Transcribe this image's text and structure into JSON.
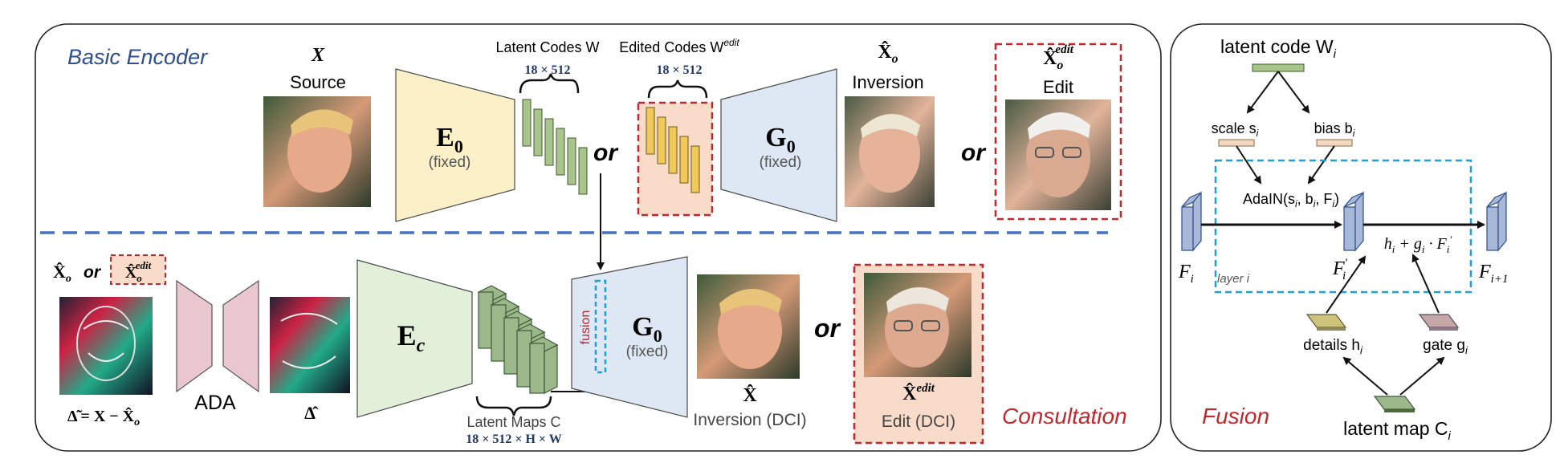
{
  "sections": {
    "basic_encoder": "Basic Encoder",
    "consultation": "Consultation",
    "fusion": "Fusion"
  },
  "top": {
    "source_symbol": "X",
    "source_label": "Source",
    "encoder_symbol": "E",
    "encoder_sub": "0",
    "encoder_note": "(fixed)",
    "latent_codes_label": "Latent Codes W",
    "latent_codes_dim": "18 × 512",
    "or_1": "or",
    "edited_codes_label": "Edited Codes W",
    "edited_codes_sup": "edit",
    "edited_codes_dim": "18 × 512",
    "generator_symbol": "G",
    "generator_sub": "0",
    "generator_note": "(fixed)",
    "inversion_symbol": "X̂",
    "inversion_sub": "o",
    "inversion_label": "Inversion",
    "or_2": "or",
    "edit_symbol": "X̂",
    "edit_sub": "o",
    "edit_sup": "edit",
    "edit_label": "Edit"
  },
  "bottom": {
    "input_symbol": "X̂",
    "input_sub": "o",
    "input_or": "or",
    "input_edit_symbol": "X̂",
    "input_edit_sub": "o",
    "input_edit_sup": "edit",
    "delta_formula": "Δ̃ = X − X̂",
    "delta_formula_sub": "o",
    "ada_label": "ADA",
    "delta_hat": "Δ̂",
    "encoder_symbol": "E",
    "encoder_sub": "c",
    "latent_maps_label": "Latent Maps C",
    "latent_maps_dim": "18 × 512 × H × W",
    "fusion_tag": "fusion",
    "generator_symbol": "G",
    "generator_sub": "0",
    "generator_note": "(fixed)",
    "inversion_symbol": "X̂",
    "inversion_label": "Inversion (DCI)",
    "or_label": "or",
    "edit_symbol": "X̂",
    "edit_sup": "edit",
    "edit_label": "Edit (DCI)"
  },
  "fusion_panel": {
    "latent_code": "latent code W",
    "latent_code_sub": "i",
    "scale": "scale s",
    "scale_sub": "i",
    "bias": "bias b",
    "bias_sub": "i",
    "adain": "AdaIN(s",
    "adain_rest": ", b",
    "adain_end": ", F",
    "f_i": "F",
    "f_i_sub": "i",
    "f_prime": "F",
    "f_prime_sub": "i",
    "f_next": "F",
    "f_next_sub": "i+1",
    "formula": "h",
    "layer": "layer i",
    "details": "details h",
    "details_sub": "i",
    "gate": "gate g",
    "gate_sub": "i",
    "latent_map": "latent map C",
    "latent_map_sub": "i"
  },
  "colors": {
    "encoder0": "#fcf0c8",
    "generator": "#dde8f4",
    "encoderc": "#e2efd9",
    "ada": "#eac7cf",
    "green_bar": "#a9c58b",
    "yellow_bar": "#f1c85a",
    "edit_bg": "#f8dcc9",
    "red_dash": "#c0282d",
    "blue_dash": "#4472c4",
    "cyan_dash": "#1fa0d8",
    "section_blue": "#2e4f8a",
    "section_red": "#c0282d"
  }
}
